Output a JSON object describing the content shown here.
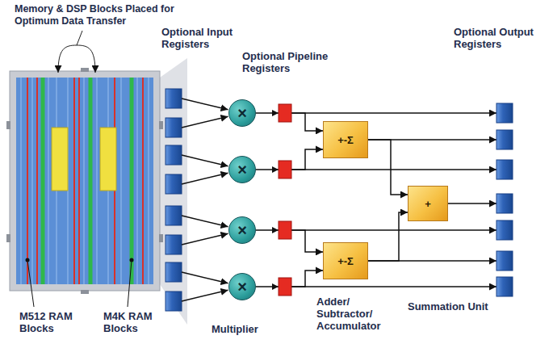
{
  "diagram": {
    "nodes": [
      {
        "text": [
          "×"
        ]
      },
      {
        "text": [
          "×"
        ]
      },
      {
        "text": [
          "×"
        ]
      },
      {
        "text": [
          "×"
        ]
      },
      {
        "text": [
          "+-Σ"
        ]
      },
      {
        "text": [
          "+-Σ"
        ]
      },
      {
        "text": [
          "+"
        ]
      }
    ],
    "edges": [
      {
        "from": 0,
        "to": 4,
        "arrow": "to"
      },
      {
        "from": 1,
        "to": 4,
        "arrow": "to"
      },
      {
        "from": 2,
        "to": 5,
        "arrow": "to"
      },
      {
        "from": 3,
        "to": 5,
        "arrow": "to"
      },
      {
        "from": 4,
        "to": 6,
        "arrow": "to"
      },
      {
        "from": 5,
        "to": 6,
        "arrow": "to"
      }
    ],
    "labels": [
      "Memory & DSP Blocks Placed for Optimum Data Transfer",
      "Optional Input Registers",
      "Optional Pipeline Registers",
      "Optional Output Registers",
      "M512 RAM Blocks",
      "M4K RAM Blocks",
      "Multiplier",
      "Adder/ Subtractor/ Accumulator",
      "Summation Unit"
    ]
  }
}
